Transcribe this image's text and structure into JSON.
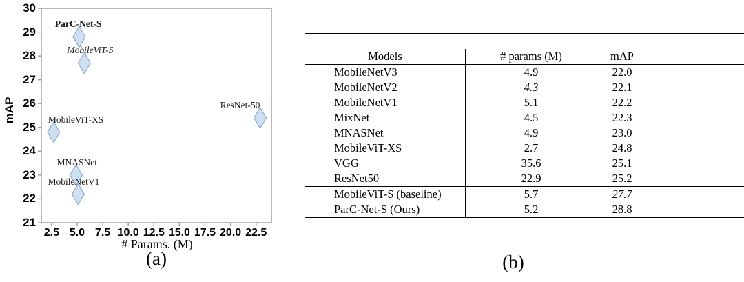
{
  "figure": {
    "subfigure_a_caption": "(a)",
    "subfigure_b_caption": "(b)"
  },
  "chart_data": {
    "type": "scatter",
    "title": "",
    "xlabel": "# Params. (M)",
    "ylabel": "mAP",
    "xlim": [
      1.5,
      24.0
    ],
    "ylim": [
      21,
      30
    ],
    "xticks": [
      "2.5",
      "5.0",
      "7.5",
      "10.0",
      "12.5",
      "15.0",
      "17.5",
      "20.0",
      "22.5"
    ],
    "xtick_values": [
      2.5,
      5.0,
      7.5,
      10.0,
      12.5,
      15.0,
      17.5,
      20.0,
      22.5
    ],
    "yticks": [
      "21",
      "22",
      "23",
      "24",
      "25",
      "26",
      "27",
      "28",
      "29",
      "30"
    ],
    "ytick_values": [
      21,
      22,
      23,
      24,
      25,
      26,
      27,
      28,
      29,
      30
    ],
    "grid": false,
    "legend": "none",
    "marker": "diamond",
    "marker_fill": "#cfdff2",
    "marker_edge": "#8fa9cc",
    "points": [
      {
        "label": "ParC-Net-S",
        "x": 5.2,
        "y": 28.8,
        "style": "bold",
        "label_dx": -35,
        "label_dy": -26
      },
      {
        "label": "MobileViT-S",
        "x": 5.7,
        "y": 27.7,
        "style": "italic",
        "label_dx": -25,
        "label_dy": -26
      },
      {
        "label": "ResNet-50",
        "x": 22.9,
        "y": 25.4,
        "style": "normal",
        "label_dx": -58,
        "label_dy": -26
      },
      {
        "label": "MobileViT-XS",
        "x": 2.7,
        "y": 24.8,
        "style": "normal",
        "label_dx": -8,
        "label_dy": -26
      },
      {
        "label": "MNASNet",
        "x": 4.9,
        "y": 23.0,
        "style": "normal",
        "label_dx": -28,
        "label_dy": -26
      },
      {
        "label": "MobileNetV1",
        "x": 5.1,
        "y": 22.2,
        "style": "normal",
        "label_dx": -44,
        "label_dy": -26
      }
    ]
  },
  "table": {
    "headers": {
      "models": "Models",
      "params": "# params (M)",
      "map": "mAP"
    },
    "rows": [
      {
        "model": "MobileNetV3",
        "params": "4.9",
        "map": "22.0",
        "params_style": "normal",
        "map_style": "normal"
      },
      {
        "model": "MobileNetV2",
        "params": "4.3",
        "map": "22.1",
        "params_style": "italic",
        "map_style": "normal"
      },
      {
        "model": "MobileNetV1",
        "params": "5.1",
        "map": "22.2",
        "params_style": "normal",
        "map_style": "normal"
      },
      {
        "model": "MixNet",
        "params": "4.5",
        "map": "22.3",
        "params_style": "normal",
        "map_style": "normal"
      },
      {
        "model": "MNASNet",
        "params": "4.9",
        "map": "23.0",
        "params_style": "normal",
        "map_style": "normal"
      },
      {
        "model": "MobileViT-XS",
        "params": "2.7",
        "map": "24.8",
        "params_style": "bold",
        "map_style": "normal"
      },
      {
        "model": "VGG",
        "params": "35.6",
        "map": "25.1",
        "params_style": "normal",
        "map_style": "normal"
      },
      {
        "model": "ResNet50",
        "params": "22.9",
        "map": "25.2",
        "params_style": "normal",
        "map_style": "normal"
      }
    ],
    "highlight_rows": [
      {
        "model": "MobileViT-S (baseline)",
        "params": "5.7",
        "map": "27.7",
        "params_style": "normal",
        "map_style": "italic"
      },
      {
        "model": "ParC-Net-S (Ours)",
        "params": "5.2",
        "map": "28.8",
        "params_style": "normal",
        "map_style": "bold"
      }
    ]
  }
}
